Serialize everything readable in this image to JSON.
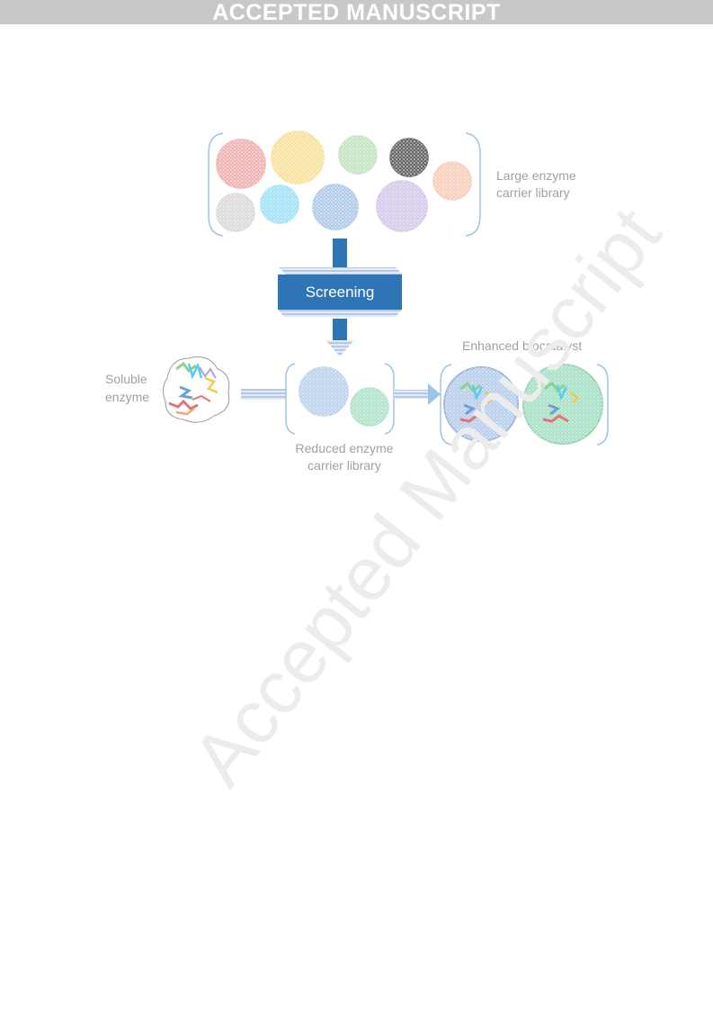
{
  "banner": {
    "text": "ACCEPTED MANUSCRIPT"
  },
  "watermark": {
    "text": "Accepted Manuscript"
  },
  "diagram": {
    "large_library_label": [
      "Large enzyme",
      "carrier library"
    ],
    "screening_label": "Screening",
    "soluble_enzyme_label": [
      "Soluble",
      "enzyme"
    ],
    "reduced_library_label": [
      "Reduced enzyme",
      "carrier library"
    ],
    "enhanced_label": "Enhanced biocatalyst"
  },
  "colors": {
    "screening_box": "#2e75b6",
    "arrow": "#2e75b6",
    "label_text": "#a0a0a0",
    "bead_red": "#e57373",
    "bead_yellow": "#f2c94c",
    "bead_green": "#8fd18f",
    "bead_black": "#333333",
    "bead_orange": "#f4a582",
    "bead_grey": "#bdbdbd",
    "bead_cyan": "#56ccf2",
    "bead_blue": "#6f9fd8",
    "bead_purple": "#b39ddb",
    "bead_teal": "#4fc38a"
  }
}
